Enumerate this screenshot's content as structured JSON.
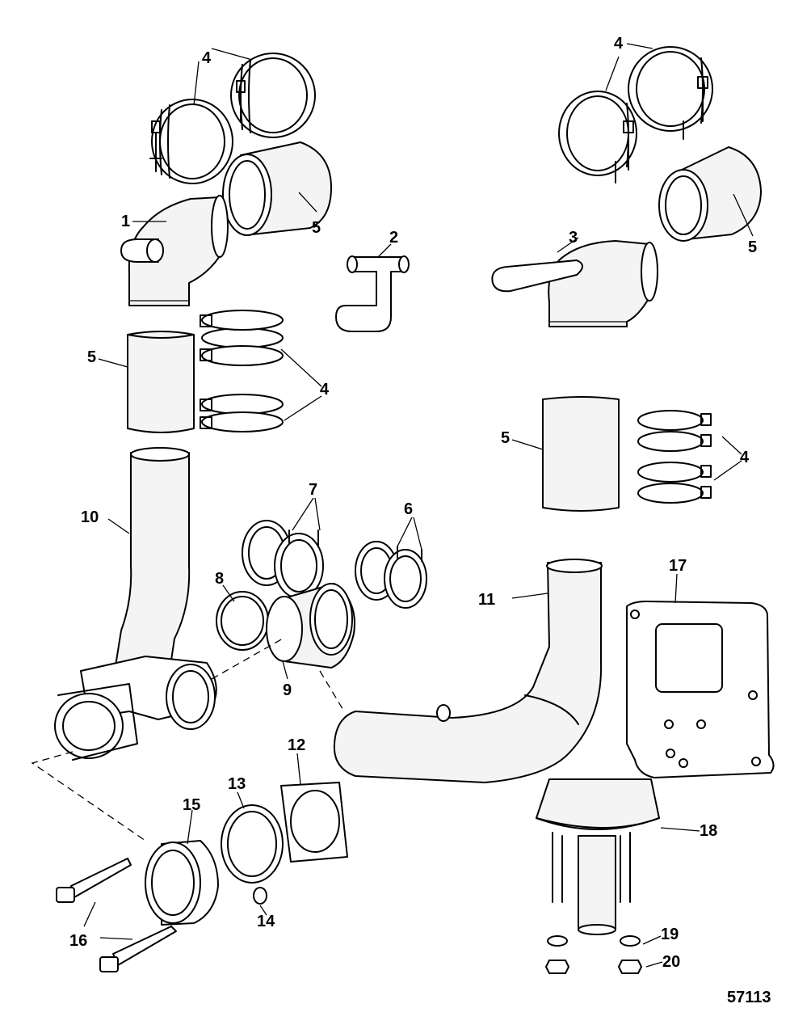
{
  "figure_number": "57113",
  "callouts": [
    {
      "id": "c1",
      "text": "1"
    },
    {
      "id": "c2",
      "text": "2"
    },
    {
      "id": "c3",
      "text": "3"
    },
    {
      "id": "c4a",
      "text": "4"
    },
    {
      "id": "c4b",
      "text": "4"
    },
    {
      "id": "c4c",
      "text": "4"
    },
    {
      "id": "c4d",
      "text": "4"
    },
    {
      "id": "c5a",
      "text": "5"
    },
    {
      "id": "c5b",
      "text": "5"
    },
    {
      "id": "c5c",
      "text": "5"
    },
    {
      "id": "c5d",
      "text": "5"
    },
    {
      "id": "c6",
      "text": "6"
    },
    {
      "id": "c7",
      "text": "7"
    },
    {
      "id": "c8",
      "text": "8"
    },
    {
      "id": "c9",
      "text": "9"
    },
    {
      "id": "c10",
      "text": "10"
    },
    {
      "id": "c11",
      "text": "11"
    },
    {
      "id": "c12",
      "text": "12"
    },
    {
      "id": "c13",
      "text": "13"
    },
    {
      "id": "c14",
      "text": "14"
    },
    {
      "id": "c15",
      "text": "15"
    },
    {
      "id": "c16",
      "text": "16"
    },
    {
      "id": "c17",
      "text": "17"
    },
    {
      "id": "c18",
      "text": "18"
    },
    {
      "id": "c19",
      "text": "19"
    },
    {
      "id": "c20",
      "text": "20"
    }
  ]
}
